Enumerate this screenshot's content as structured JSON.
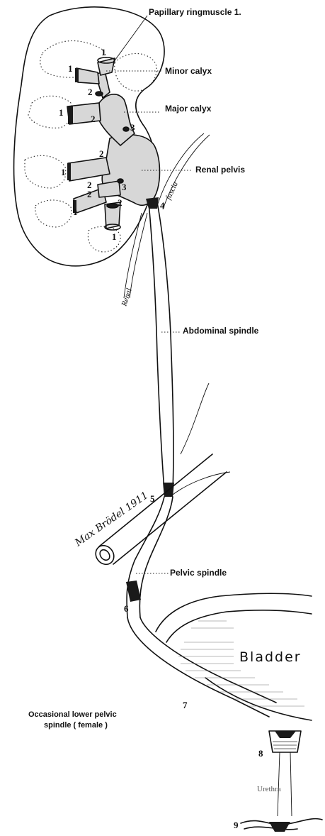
{
  "labels": {
    "papillary_ringmuscle": "Papillary ringmuscle 1.",
    "minor_calyx": "Minor calyx",
    "major_calyx": "Major calyx",
    "renal_pelvis": "Renal pelvis",
    "abdominal_spindle": "Abdominal spindle",
    "pelvic_spindle": "Pelvic spindle",
    "bladder": "Bladder",
    "occasional_line1": "Occasional lower pelvic",
    "occasional_line2": "spindle ( female )",
    "urethra": "Urethra",
    "fascia_left": "Renal",
    "fascia_right": "fascia",
    "signature": "Max Brödel 1911"
  },
  "numbers": {
    "n1": "1",
    "n2": "2",
    "n3": "3",
    "n4": "4",
    "n5": "5",
    "n6": "6",
    "n7": "7",
    "n8": "8",
    "n9": "9"
  }
}
